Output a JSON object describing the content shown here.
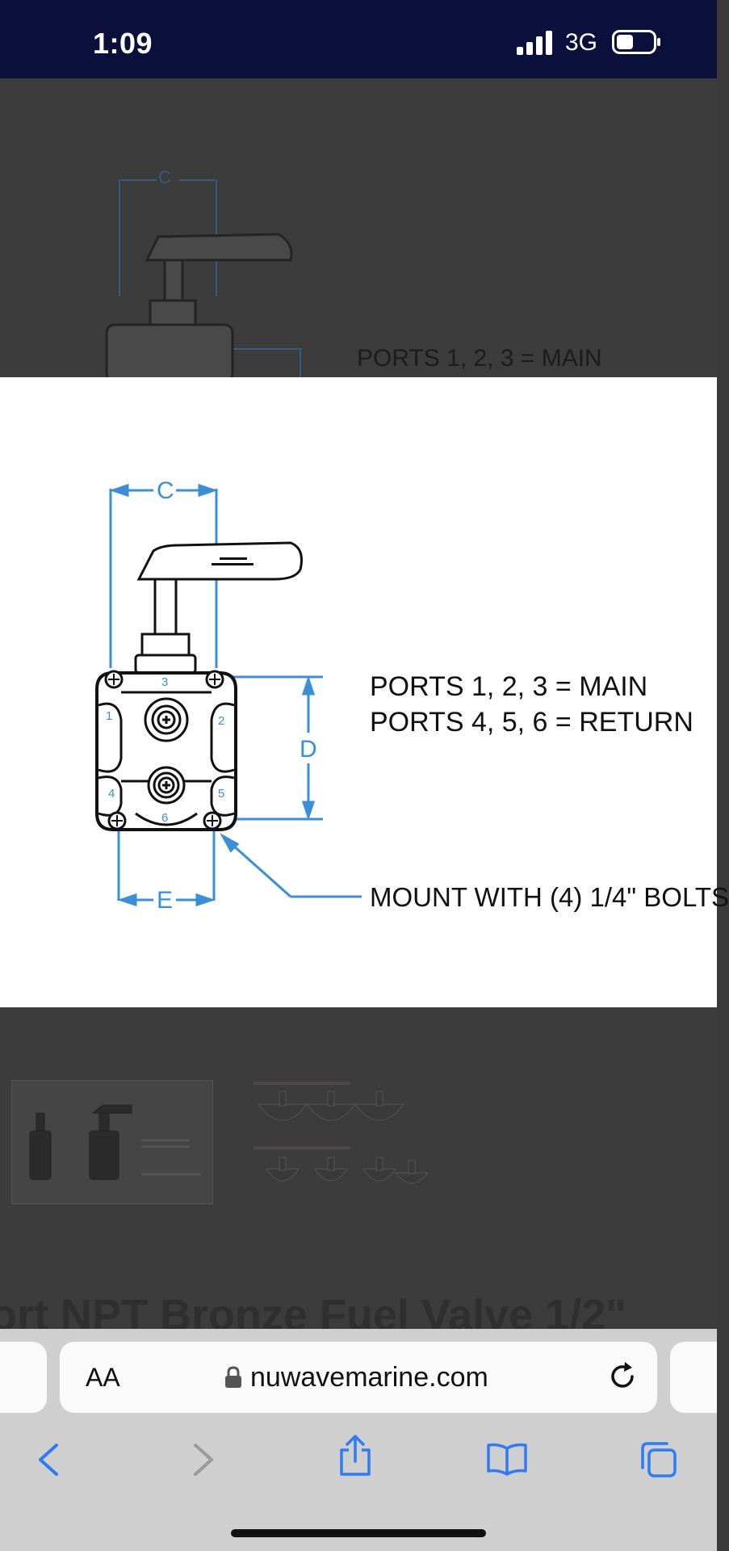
{
  "status_bar": {
    "time": "1:09",
    "network": "3G"
  },
  "viewer": {
    "dimension_labels": {
      "c": "C",
      "d": "D",
      "e": "E"
    },
    "port_numbers": [
      "1",
      "2",
      "3",
      "4",
      "5",
      "6"
    ],
    "ports_main": "PORTS 1, 2, 3 = MAIN",
    "ports_return": "PORTS 4, 5, 6 = RETURN",
    "mount_note": "MOUNT WITH (4) 1/4\" BOLTS"
  },
  "background": {
    "ports_main": "PORTS 1, 2, 3 = MAIN",
    "page_title": "ort NPT Bronze Fuel Valve 1/2\""
  },
  "browser": {
    "text_size_button": "AA",
    "url": "nuwavemarine.com"
  },
  "colors": {
    "status_bar_bg": "#0a0f3c",
    "dimension_blue": "#3a8fd8",
    "accent_blue": "#2f7bf6"
  },
  "icons": {
    "lock": "lock-icon",
    "reload": "reload-icon",
    "back": "chevron-left-icon",
    "forward": "chevron-right-icon",
    "share": "share-icon",
    "bookmarks": "book-icon",
    "tabs": "tabs-icon"
  }
}
